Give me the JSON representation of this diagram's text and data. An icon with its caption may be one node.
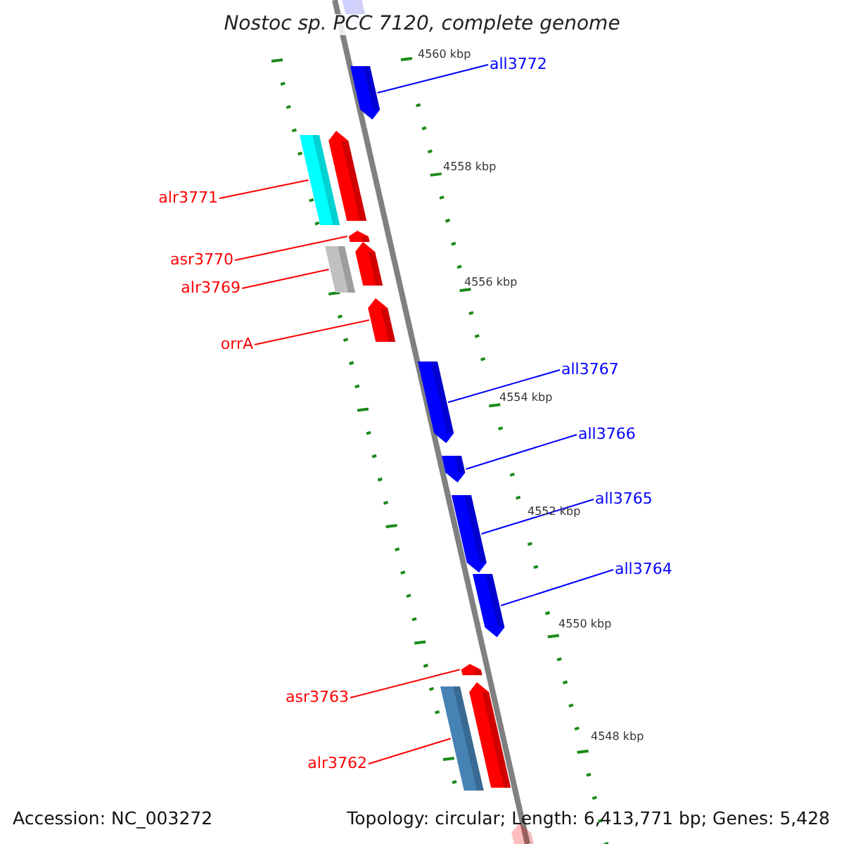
{
  "diagram": {
    "title": "Nostoc sp. PCC 7120, complete genome",
    "nodes": [
      {
        "text": [
          "all3772"
        ]
      },
      {
        "text": [],
        "shape": "arrow"
      },
      {
        "text": [
          "alr3771"
        ]
      },
      {
        "text": [],
        "shape": "bar"
      },
      {
        "text": [
          "asr3770"
        ]
      },
      {
        "text": [],
        "shape": "arrow"
      },
      {
        "text": [
          "alr3769"
        ]
      },
      {
        "text": [],
        "shape": "bar"
      },
      {
        "text": [
          "orrA"
        ]
      },
      {
        "text": [],
        "shape": "arrow"
      },
      {
        "text": [
          "all3767"
        ]
      },
      {
        "text": [],
        "shape": "arrow"
      },
      {
        "text": [
          "all3766"
        ]
      },
      {
        "text": [],
        "shape": "arrow"
      },
      {
        "text": [
          "all3765"
        ]
      },
      {
        "text": [],
        "shape": "arrow"
      },
      {
        "text": [
          "all3764"
        ]
      },
      {
        "text": [],
        "shape": "arrow"
      },
      {
        "text": [
          "asr3763"
        ]
      },
      {
        "text": [],
        "shape": "arrow"
      },
      {
        "text": [
          "alr3762"
        ]
      },
      {
        "text": [],
        "shape": "bar"
      },
      {
        "text": [],
        "shape": "arrow"
      },
      {
        "text": [],
        "shape": "arrow"
      },
      {
        "text": [],
        "shape": "arrow"
      },
      {
        "text": [],
        "shape": "arrow"
      },
      {
        "text": [],
        "shape": "arrow"
      }
    ],
    "edges": [
      {
        "from": 0,
        "to": 1,
        "arrow": "none",
        "color": "#0000ff"
      },
      {
        "from": 2,
        "to": 3,
        "arrow": "none",
        "color": "#ff0000"
      },
      {
        "from": 4,
        "to": 5,
        "arrow": "none",
        "color": "#ff0000"
      },
      {
        "from": 6,
        "to": 7,
        "arrow": "none",
        "color": "#ff0000"
      },
      {
        "from": 8,
        "to": 9,
        "arrow": "none",
        "color": "#ff0000"
      },
      {
        "from": 10,
        "to": 11,
        "arrow": "none",
        "color": "#0000ff"
      },
      {
        "from": 12,
        "to": 13,
        "arrow": "none",
        "color": "#0000ff"
      },
      {
        "from": 14,
        "to": 15,
        "arrow": "none",
        "color": "#0000ff"
      },
      {
        "from": 16,
        "to": 17,
        "arrow": "none",
        "color": "#0000ff"
      },
      {
        "from": 18,
        "to": 19,
        "arrow": "none",
        "color": "#ff0000"
      },
      {
        "from": 20,
        "to": 21,
        "arrow": "none",
        "color": "#ff0000"
      }
    ],
    "labels": [
      "4560 kbp",
      "4558 kbp",
      "4556 kbp",
      "4554 kbp",
      "4552 kbp",
      "4550 kbp",
      "4548 kbp",
      "Accession: NC_003272",
      "Topology: circular; Length: 6,413,771 bp; Genes: 5,428"
    ]
  }
}
